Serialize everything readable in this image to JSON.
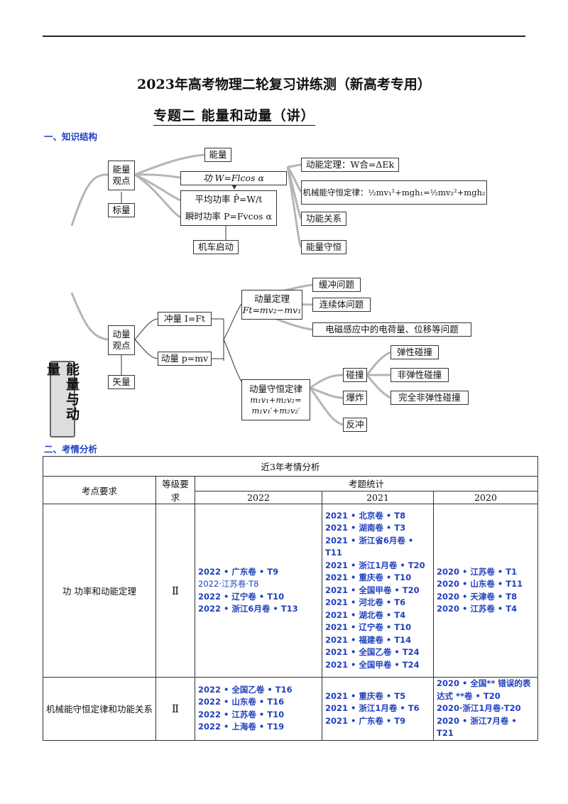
{
  "title": "2023年高考物理二轮复习讲练测（新高考专用）",
  "subtitle": "专题二  能量和动量（讲）",
  "section1": "一、知识结构",
  "section2": "二、考情分析",
  "mindmap": {
    "root": "能量与动量",
    "energy_view": "能量观点",
    "scalar": "标量",
    "energy": "能量",
    "work": "功 W=Flcos α",
    "avg_power": "平均功率 P̄=W/t",
    "inst_power": "瞬时功率 P=Fvcos α",
    "car_start": "机车启动",
    "ke_theorem": "动能定理：W合=ΔEk",
    "mech_conservation": "机械能守恒定律：½mv₁²+mgh₁=½mv₂²+mgh₂",
    "work_energy": "功能关系",
    "energy_conservation": "能量守恒",
    "momentum_view": "动量观点",
    "vector": "矢量",
    "impulse": "冲量 I=Ft",
    "momentum": "动量 p=mv",
    "mom_theorem_title": "动量定理",
    "mom_theorem_formula": "Ft=mv₂−mv₁",
    "buffer": "缓冲问题",
    "continuum": "连续体问题",
    "em_induction": "电磁感应中的电荷量、位移等问题",
    "mom_conservation_title": "动量守恒定律",
    "mom_conservation_formula1": "m₁v₁+m₂v₂=",
    "mom_conservation_formula2": "m₁v₁′+m₂v₂′",
    "collision": "碰撞",
    "explosion": "爆炸",
    "recoil": "反冲",
    "elastic": "弹性碰撞",
    "inelastic": "非弹性碰撞",
    "perfect_inelastic": "完全非弹性碰撞"
  },
  "table": {
    "caption": "近3年考情分析",
    "col_point": "考点要求",
    "col_level": "等级要求",
    "col_stats": "考题统计",
    "years": [
      "2022",
      "2021",
      "2020"
    ],
    "rows": [
      {
        "point": "功 功率和动能定理",
        "level": "Ⅱ",
        "y2022": [
          "2022 • 广东卷 • T9",
          "2022·江苏卷·T8",
          "2022 • 辽宁卷 • T10",
          "2022 • 浙江6月卷 • T13"
        ],
        "y2021": [
          "2021 • 北京卷 • T8",
          "2021 • 湖南卷 • T3",
          "2021 • 浙江省6月卷 • T11",
          "2021 • 浙江1月卷 • T20",
          "2021 • 重庆卷 • T10",
          "2021 • 全国甲卷 • T20",
          "2021 • 河北卷 • T6",
          "2021 • 湖北卷 • T4",
          "2021 • 辽宁卷 • T10",
          "2021 • 福建卷 • T14",
          "2021 • 全国乙卷 • T24",
          "2021 • 全国甲卷 • T24"
        ],
        "y2020": [
          "2020 • 江苏卷 • T1",
          "2020 • 山东卷 • T11",
          "2020 • 天津卷 • T8",
          "2020 • 江苏卷 • T4"
        ]
      },
      {
        "point": "机械能守恒定律和功能关系",
        "level": "Ⅱ",
        "y2022": [
          "2022 • 全国乙卷 • T16",
          "2022 • 山东卷 • T16",
          "2022 • 江苏卷 • T10",
          "2022 • 上海卷 • T19"
        ],
        "y2021": [
          "2021 • 重庆卷 • T5",
          "2021 • 浙江1月卷 • T6",
          "2021 • 广东卷 • T9"
        ],
        "y2020": [
          "2020 • 全国** 错误的表达式 **卷 • T20",
          "2020·浙江1月卷·T20",
          "2020 • 浙江7月卷 • T21"
        ]
      }
    ]
  }
}
